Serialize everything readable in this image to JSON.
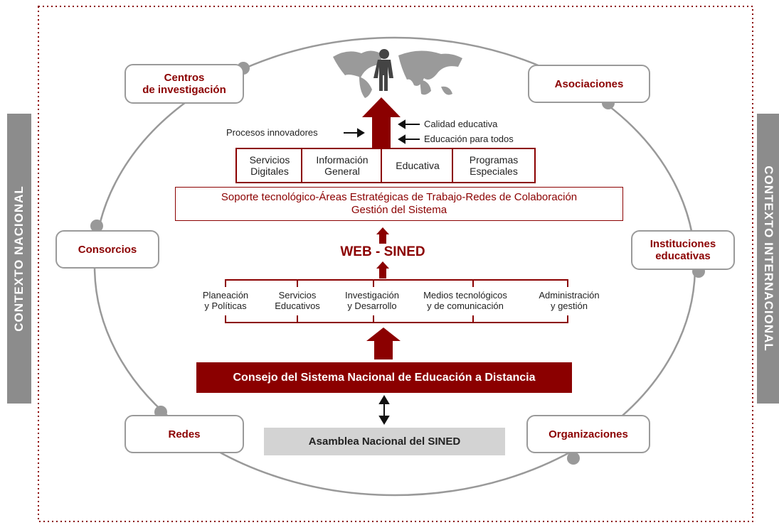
{
  "context": {
    "left": "CONTEXTO NACIONAL",
    "right": "CONTEXTO INTERNACIONAL"
  },
  "nodes": {
    "centros_line1": "Centros",
    "centros_line2": "de investigación",
    "asociaciones": "Asociaciones",
    "consorcios": "Consorcios",
    "instituciones_line1": "Instituciones",
    "instituciones_line2": "educativas",
    "redes": "Redes",
    "organizaciones": "Organizaciones"
  },
  "annotations": {
    "procesos": "Procesos innovadores",
    "calidad": "Calidad educativa",
    "educacion": "Educación para todos"
  },
  "services": [
    {
      "line1": "Servicios",
      "line2": "Digitales"
    },
    {
      "line1": "Información",
      "line2": "General"
    },
    {
      "line1": "Educativa",
      "line2": ""
    },
    {
      "line1": "Programas",
      "line2": "Especiales"
    }
  ],
  "soporte": {
    "line1": "Soporte tecnológico-Áreas Estratégicas de Trabajo-Redes de Colaboración",
    "line2": "Gestión del Sistema"
  },
  "web_sined": "WEB - SINED",
  "functions": [
    {
      "line1": "Planeación",
      "line2": "y Políticas"
    },
    {
      "line1": "Servicios",
      "line2": "Educativos"
    },
    {
      "line1": "Investigación",
      "line2": "y Desarrollo"
    },
    {
      "line1": "Medios tecnológicos",
      "line2": "y de comunicación"
    },
    {
      "line1": "Administración",
      "line2": "y gestión"
    }
  ],
  "consejo": "Consejo del Sistema Nacional de Educación a Distancia",
  "asamblea": "Asamblea Nacional del SINED",
  "colors": {
    "accent": "#8b0000",
    "gray": "#8c8c8c",
    "light_gray": "#d3d3d3"
  }
}
